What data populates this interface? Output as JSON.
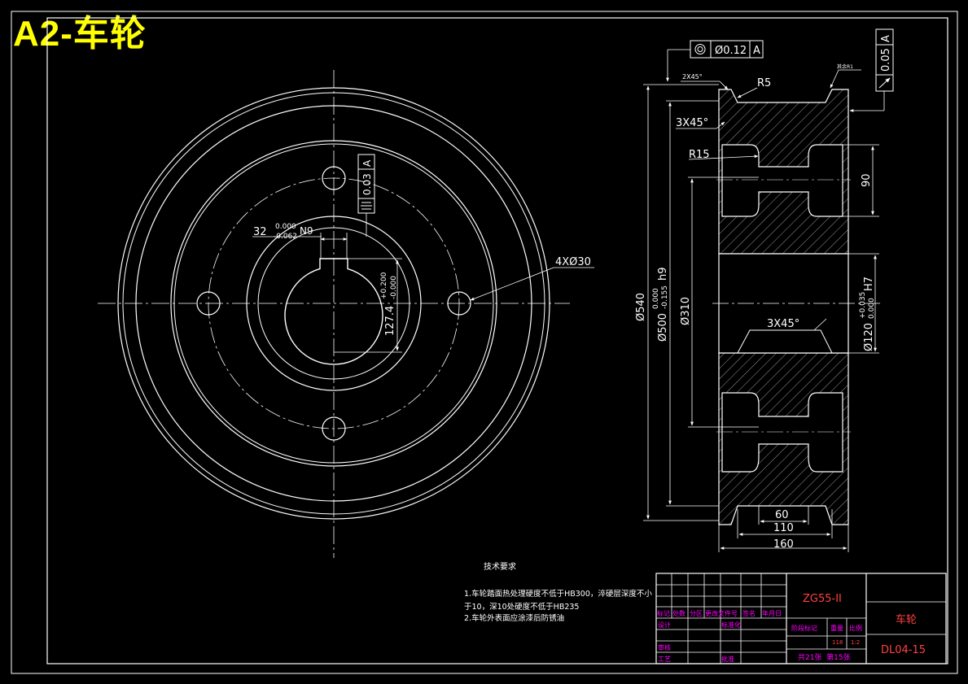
{
  "banner": {
    "title": "A2-车轮"
  },
  "dimensions": {
    "coaxiality": "◎|Ø0.12|A",
    "circular_runout": "0.05",
    "symmetry": "0.03",
    "datum": "A",
    "keyway_width": "32",
    "keyway_tol_upper": "0.000",
    "keyway_tol_lower": "-0.062",
    "keyway_fit": "N9",
    "key_depth": "127.4",
    "key_depth_tol_upper": "+0.200",
    "key_depth_tol_lower": "-0.000",
    "bolt_holes": "4XØ30",
    "chamfer_top": "2X45°",
    "fillet_top": "R5",
    "fillet_note": "其余R1",
    "chamfer_rim": "3X45°",
    "fillet_inner": "R15",
    "chamfer_bore": "3X45°",
    "web_height": "90",
    "d_outer": "Ø540",
    "d_tread": "Ø500",
    "d_tread_tol_upper": "0.000",
    "d_tread_tol_lower": "-0.155",
    "d_tread_fit": "h9",
    "d_hub": "Ø310",
    "d_bore": "Ø120",
    "d_bore_tol_upper": "+0.035",
    "d_bore_tol_lower": "0.000",
    "d_bore_fit": "H7",
    "w_hub": "60",
    "w_inner": "110",
    "w_total": "160"
  },
  "tech_req": {
    "heading": "技术要求",
    "lines": [
      "1.车轮踏面热处理硬度不低于HB300，淬硬层深度不小",
      "于10，深10处硬度不低于HB235",
      "2.车轮外表面应涂漆后防锈油"
    ]
  },
  "title_block": {
    "material": "ZG55-II",
    "part_name": "车轮",
    "drawing_no": "DL04-15",
    "row_labels": [
      "标记",
      "处数",
      "分区",
      "更改文件号",
      "签名",
      "年月日"
    ],
    "label_design": "设计",
    "label_standard": "标准化",
    "label_check": "审核",
    "label_process": "工艺",
    "label_approve": "批准",
    "label_stage": "阶段标记",
    "label_weight": "重量",
    "label_scale": "比例",
    "weight": "118",
    "scale": "1:2",
    "sheets": "共21张  第15张"
  },
  "colors": {
    "background": "#000000",
    "lines": "#ffffff",
    "banner": "#ffff00",
    "title_text": "#ff4040",
    "labels": "#ff00ff"
  }
}
